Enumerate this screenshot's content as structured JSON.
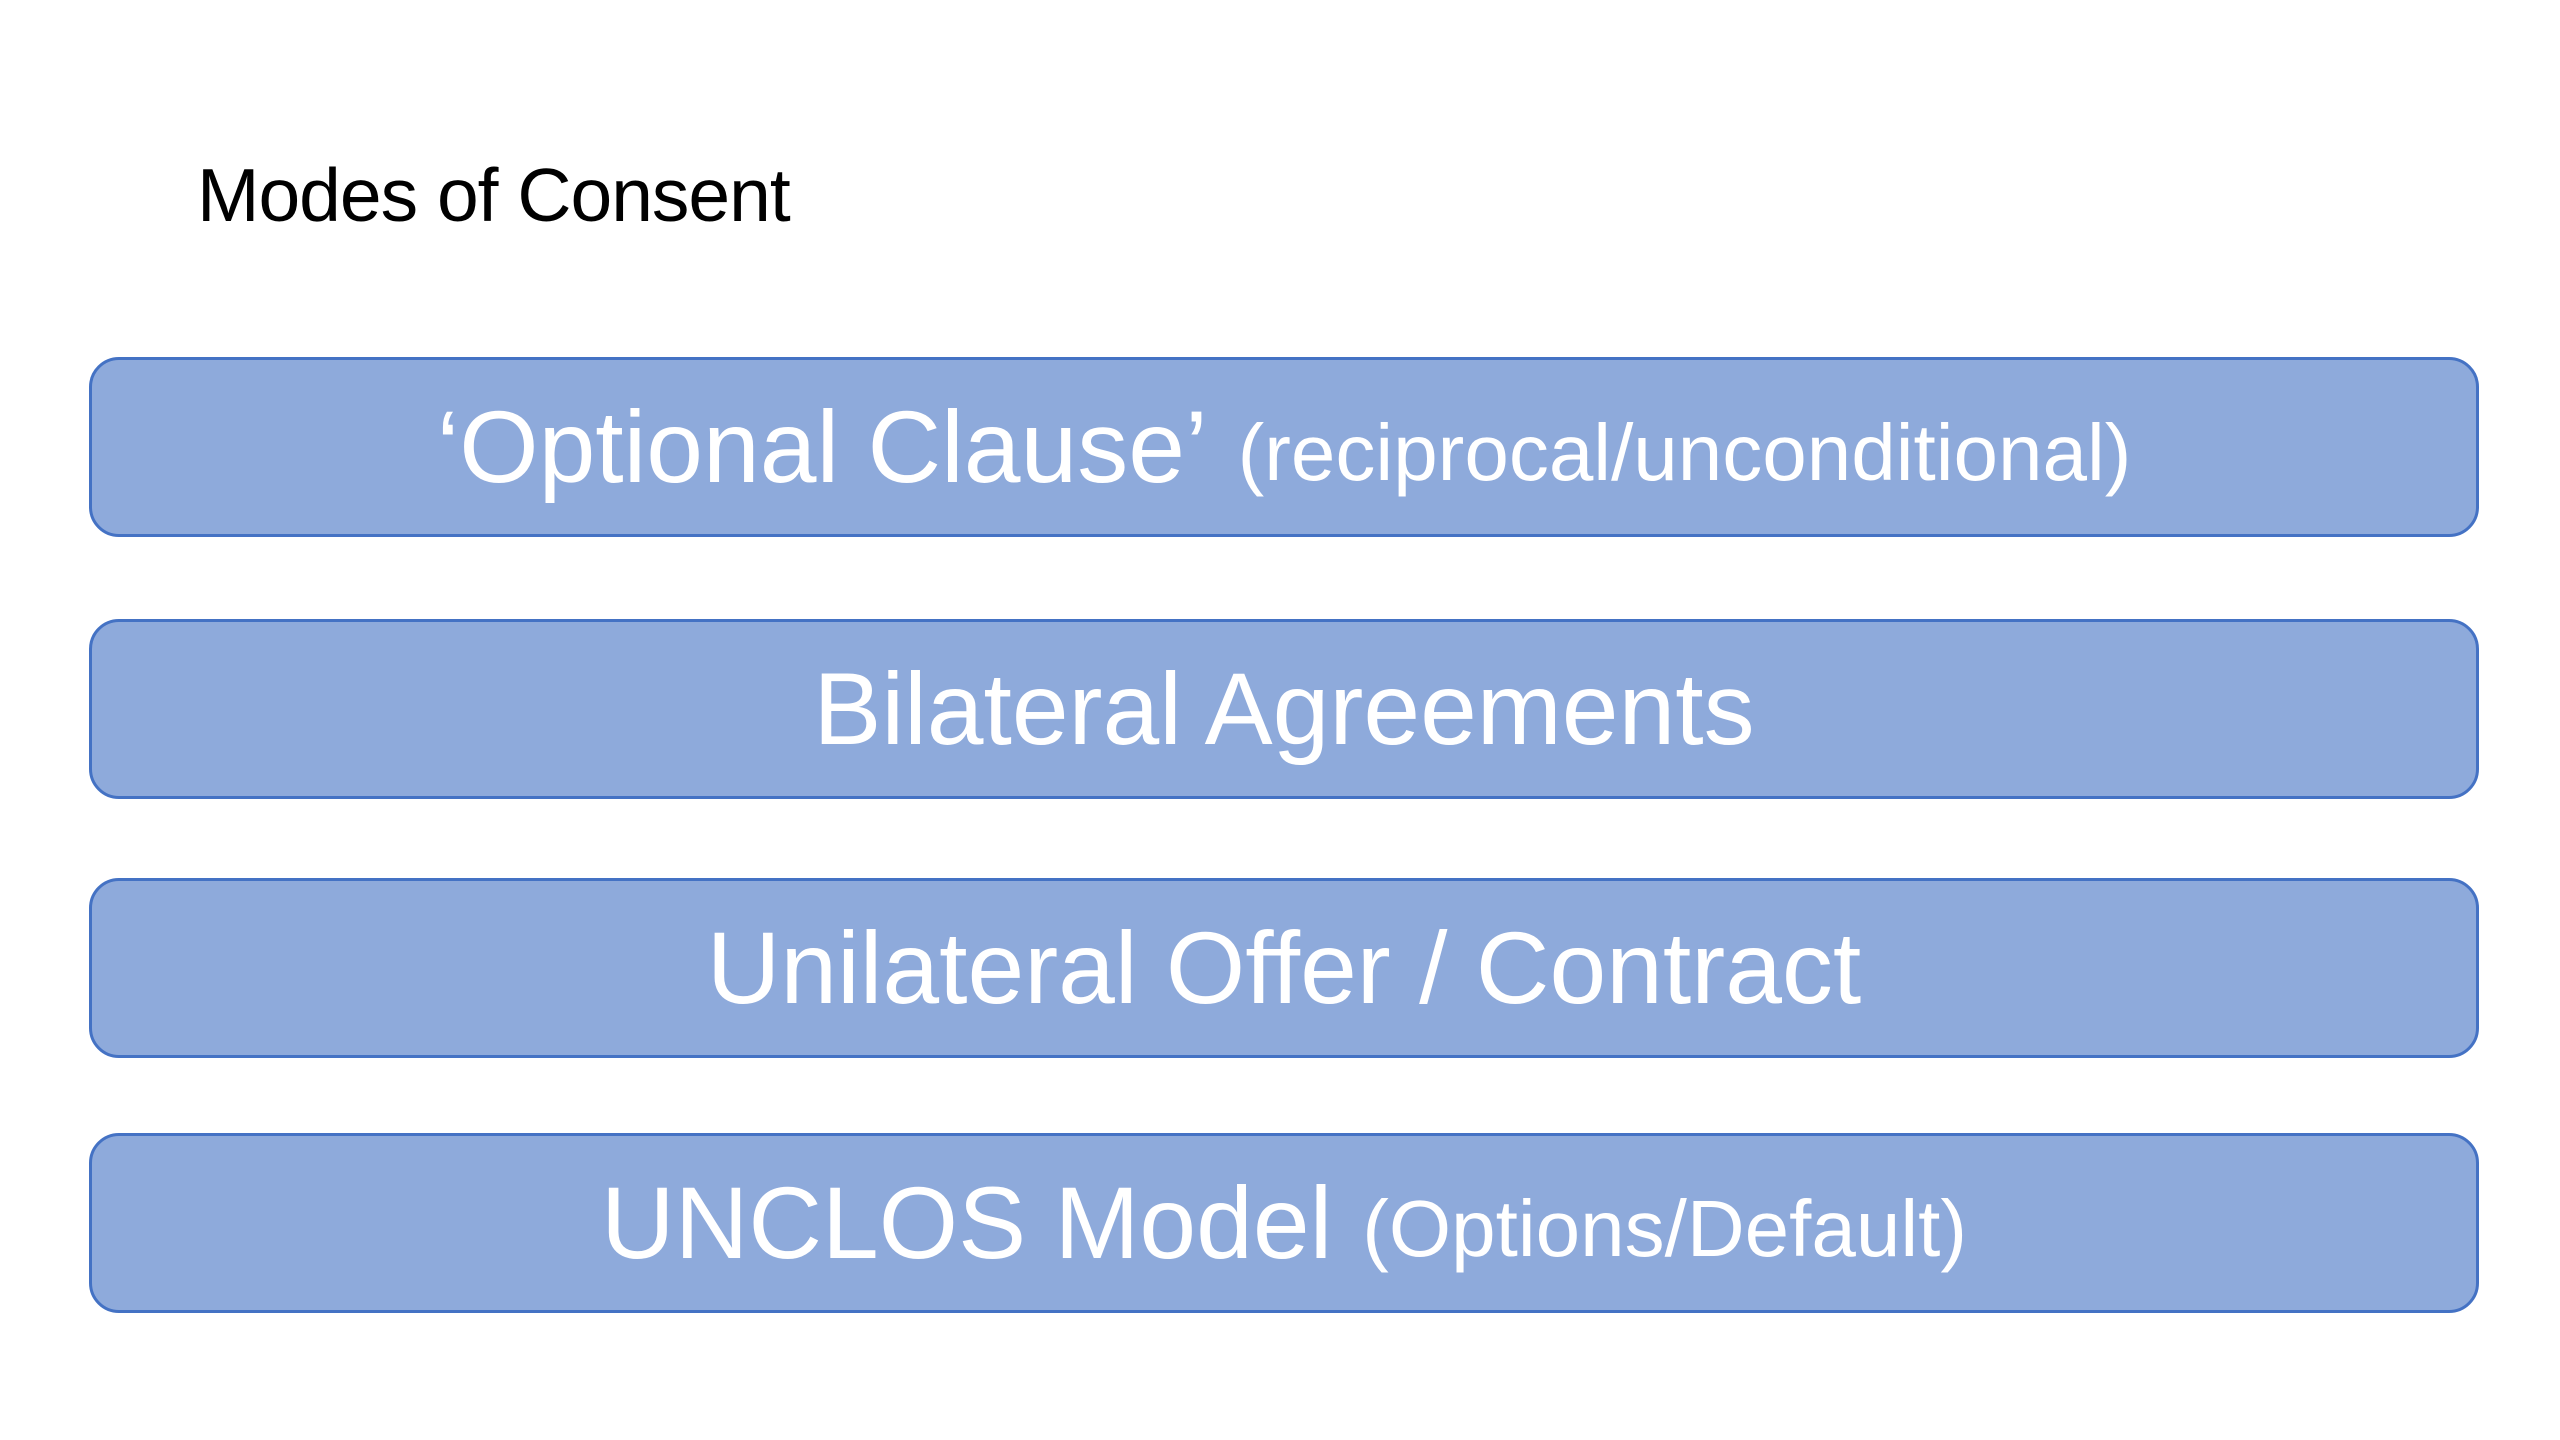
{
  "slide": {
    "title": "Modes of Consent",
    "items": [
      {
        "main": "‘Optional Clause’",
        "sub": "(reciprocal/unconditional)"
      },
      {
        "main": "Bilateral Agreements",
        "sub": ""
      },
      {
        "main": "Unilateral Offer / Contract",
        "sub": ""
      },
      {
        "main": "UNCLOS Model",
        "sub": "(Options/Default)"
      }
    ],
    "colors": {
      "bar_fill": "#8eaadb",
      "bar_border": "#4472c4",
      "bar_text": "#ffffff",
      "title_text": "#000000"
    }
  }
}
